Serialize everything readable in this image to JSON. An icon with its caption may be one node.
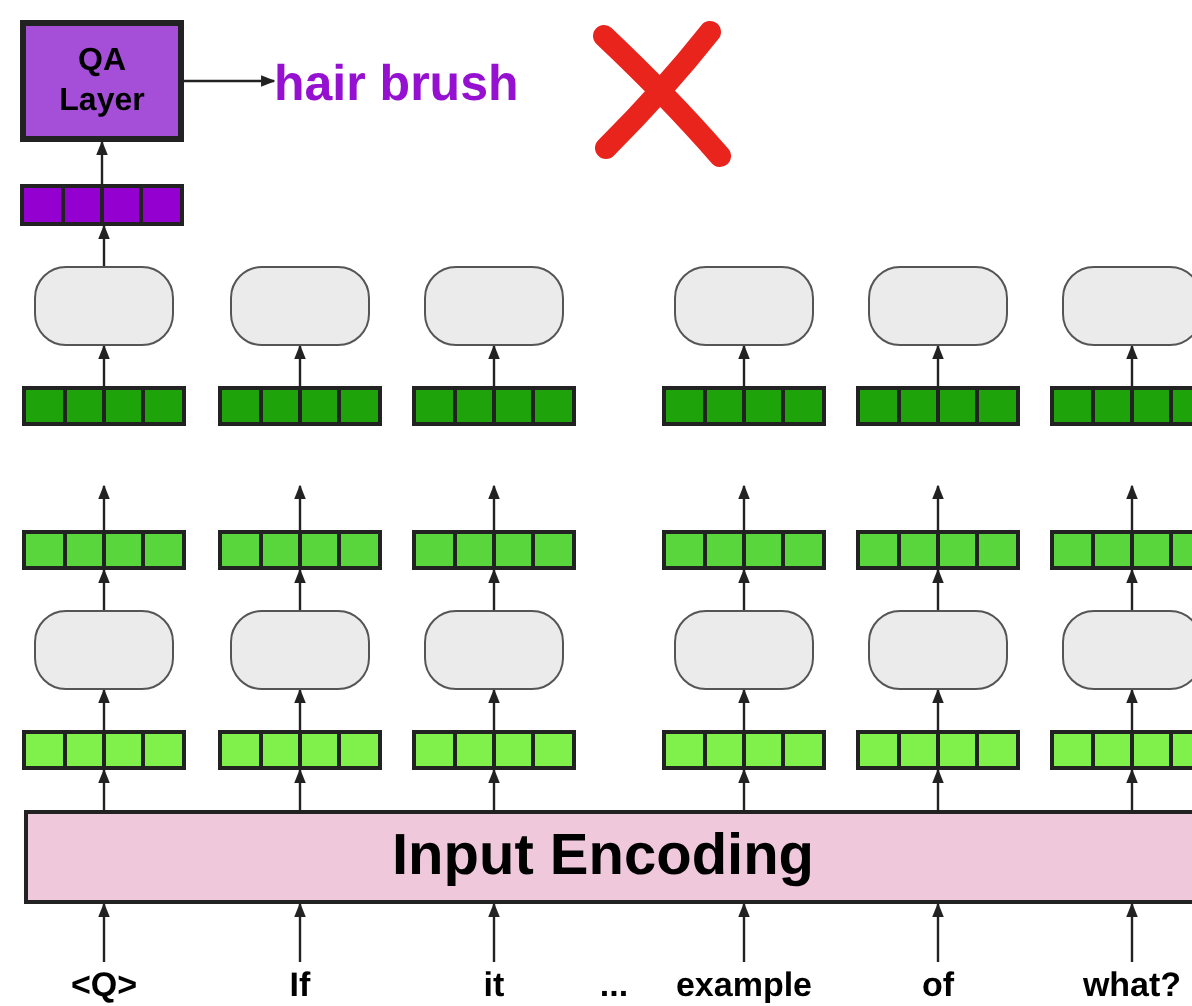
{
  "diagram": {
    "nodes": [
      {
        "text": [
          "QA Layer"
        ]
      },
      {
        "text": [
          "hair brush"
        ]
      },
      {
        "text": [],
        "shape": "bar"
      },
      {
        "text": [],
        "shape": "box"
      },
      {
        "text": [],
        "shape": "box"
      },
      {
        "text": [],
        "shape": "box"
      },
      {
        "text": [],
        "shape": "box"
      },
      {
        "text": [],
        "shape": "box"
      },
      {
        "text": [],
        "shape": "box"
      },
      {
        "text": [],
        "shape": "bar"
      },
      {
        "text": [],
        "shape": "bar"
      },
      {
        "text": [],
        "shape": "bar"
      },
      {
        "text": [],
        "shape": "bar"
      },
      {
        "text": [],
        "shape": "bar"
      },
      {
        "text": [],
        "shape": "bar"
      },
      {
        "text": [],
        "shape": "bar"
      },
      {
        "text": [],
        "shape": "bar"
      },
      {
        "text": [],
        "shape": "bar"
      },
      {
        "text": [],
        "shape": "bar"
      },
      {
        "text": [],
        "shape": "bar"
      },
      {
        "text": [],
        "shape": "bar"
      },
      {
        "text": [],
        "shape": "box"
      },
      {
        "text": [],
        "shape": "box"
      },
      {
        "text": [],
        "shape": "box"
      },
      {
        "text": [],
        "shape": "box"
      },
      {
        "text": [],
        "shape": "box"
      },
      {
        "text": [],
        "shape": "box"
      },
      {
        "text": [],
        "shape": "bar"
      },
      {
        "text": [],
        "shape": "bar"
      },
      {
        "text": [],
        "shape": "bar"
      },
      {
        "text": [],
        "shape": "bar"
      },
      {
        "text": [],
        "shape": "bar"
      },
      {
        "text": [],
        "shape": "bar"
      },
      {
        "text": [
          "Input Encoding"
        ]
      },
      {
        "text": [
          "<Q>"
        ]
      },
      {
        "text": [
          "If"
        ]
      },
      {
        "text": [
          "it"
        ]
      },
      {
        "text": [
          "example"
        ]
      },
      {
        "text": [
          "of"
        ]
      },
      {
        "text": [
          "what?"
        ]
      }
    ],
    "edges": [
      {
        "from": 34,
        "to": 33,
        "arrow": "to"
      },
      {
        "from": 35,
        "to": 33,
        "arrow": "to"
      },
      {
        "from": 36,
        "to": 33,
        "arrow": "to"
      },
      {
        "from": 37,
        "to": 33,
        "arrow": "to"
      },
      {
        "from": 38,
        "to": 33,
        "arrow": "to"
      },
      {
        "from": 39,
        "to": 33,
        "arrow": "to"
      },
      {
        "from": 33,
        "to": 27,
        "arrow": "to"
      },
      {
        "from": 33,
        "to": 28,
        "arrow": "to"
      },
      {
        "from": 33,
        "to": 29,
        "arrow": "to"
      },
      {
        "from": 33,
        "to": 30,
        "arrow": "to"
      },
      {
        "from": 33,
        "to": 31,
        "arrow": "to"
      },
      {
        "from": 33,
        "to": 32,
        "arrow": "to"
      },
      {
        "from": 27,
        "to": 21,
        "arrow": "to"
      },
      {
        "from": 28,
        "to": 22,
        "arrow": "to"
      },
      {
        "from": 29,
        "to": 23,
        "arrow": "to"
      },
      {
        "from": 30,
        "to": 24,
        "arrow": "to"
      },
      {
        "from": 31,
        "to": 25,
        "arrow": "to"
      },
      {
        "from": 32,
        "to": 26,
        "arrow": "to"
      },
      {
        "from": 21,
        "to": 15,
        "arrow": "to"
      },
      {
        "from": 22,
        "to": 16,
        "arrow": "to"
      },
      {
        "from": 23,
        "to": 17,
        "arrow": "to"
      },
      {
        "from": 24,
        "to": 18,
        "arrow": "to"
      },
      {
        "from": 25,
        "to": 19,
        "arrow": "to"
      },
      {
        "from": 26,
        "to": 20,
        "arrow": "to"
      },
      {
        "from": 15,
        "to": null,
        "arrow": "to"
      },
      {
        "from": 16,
        "to": null,
        "arrow": "to"
      },
      {
        "from": 17,
        "to": null,
        "arrow": "to"
      },
      {
        "from": 18,
        "to": null,
        "arrow": "to"
      },
      {
        "from": 19,
        "to": null,
        "arrow": "to"
      },
      {
        "from": 20,
        "to": null,
        "arrow": "to"
      },
      {
        "from": 9,
        "to": 3,
        "arrow": "to"
      },
      {
        "from": 10,
        "to": 4,
        "arrow": "to"
      },
      {
        "from": 11,
        "to": 5,
        "arrow": "to"
      },
      {
        "from": 12,
        "to": 6,
        "arrow": "to"
      },
      {
        "from": 13,
        "to": 7,
        "arrow": "to"
      },
      {
        "from": 14,
        "to": 8,
        "arrow": "to"
      },
      {
        "from": 3,
        "to": 2,
        "arrow": "to"
      },
      {
        "from": 2,
        "to": 0,
        "arrow": "to"
      },
      {
        "from": 0,
        "to": 1,
        "arrow": "to"
      }
    ],
    "labels": [
      "..."
    ]
  }
}
